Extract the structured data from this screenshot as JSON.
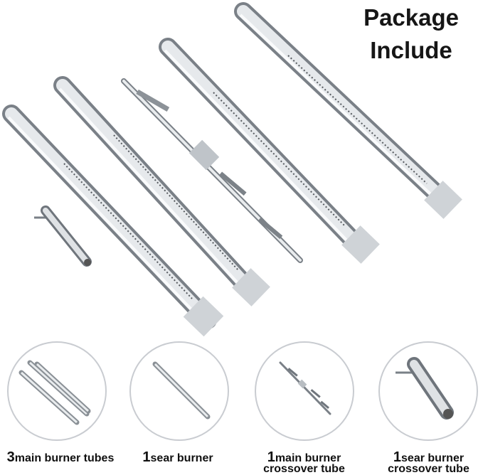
{
  "heading": {
    "line1": "Package",
    "line2": "Include"
  },
  "items": [
    {
      "qty": "3",
      "line1": "main burner tubes",
      "line2": ""
    },
    {
      "qty": "1",
      "line1": "sear burner",
      "line2": ""
    },
    {
      "qty": "1",
      "line1": "main burner",
      "line2": "crossover tube"
    },
    {
      "qty": "1",
      "line1": "sear burner",
      "line2": "crossover tube"
    }
  ],
  "colors": {
    "steel_light": "#eef0f2",
    "steel_mid": "#b9bec4",
    "steel_dark": "#6f757c",
    "circle_border": "#c9ccd1"
  },
  "icons": [
    "burner-tube-icon",
    "crossover-tube-icon",
    "sear-crossover-icon"
  ]
}
